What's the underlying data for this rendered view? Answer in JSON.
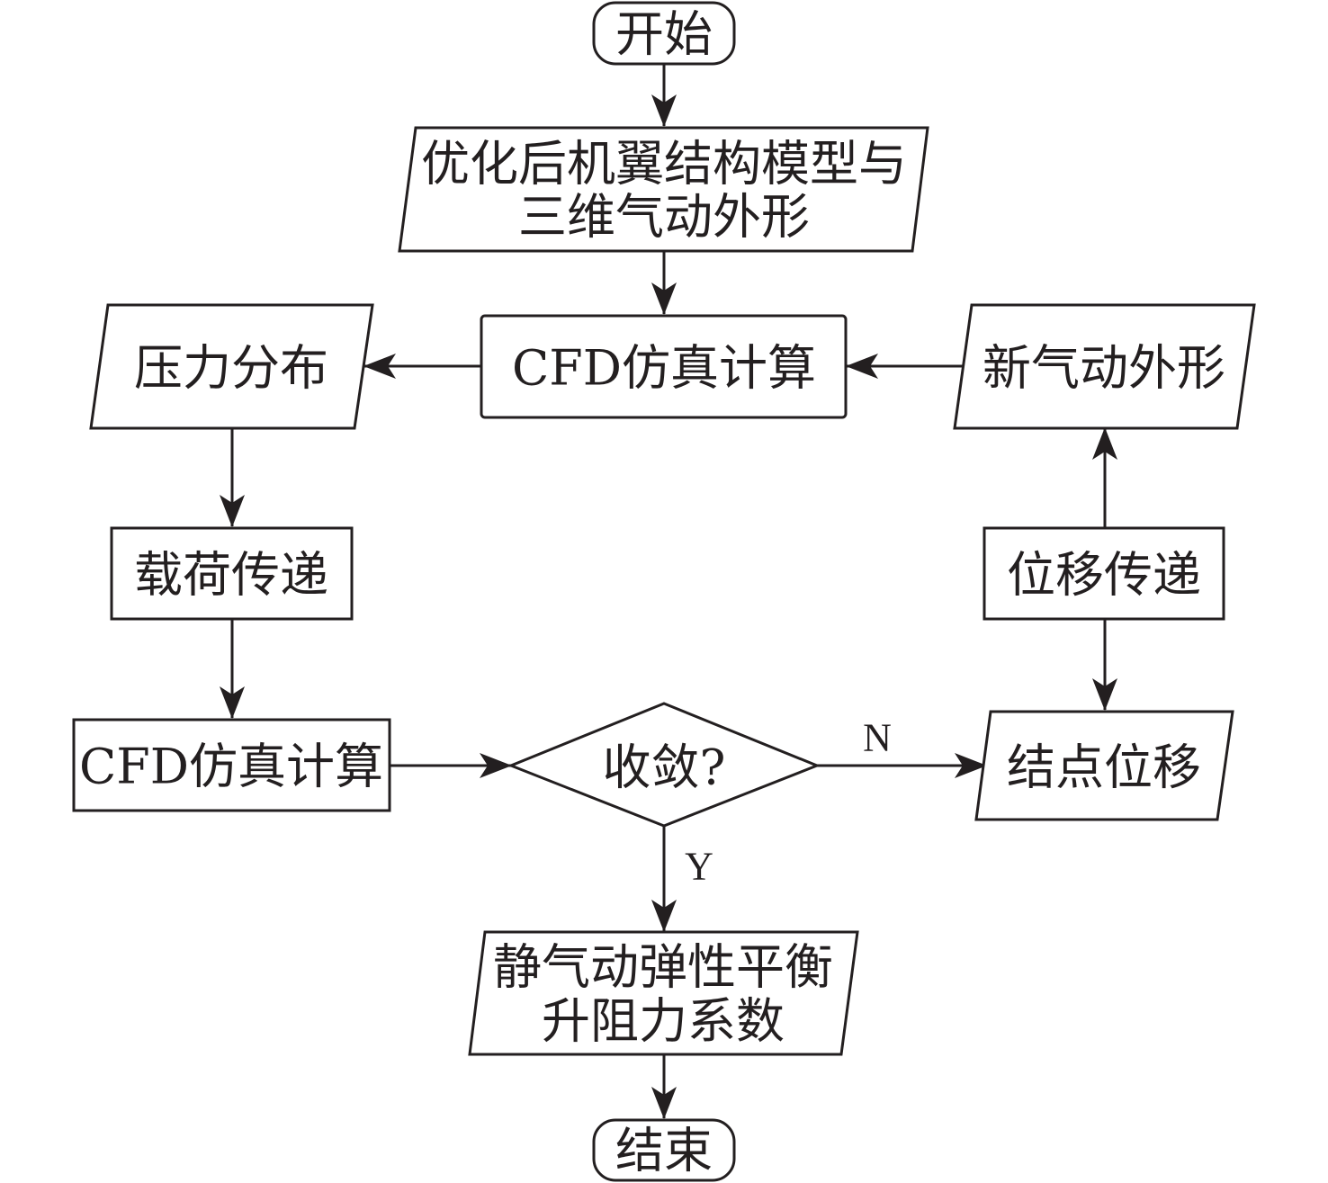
{
  "nodes": {
    "start": "开始",
    "input_model": [
      "优化后机翼结构模型与",
      "三维气动外形"
    ],
    "cfd_top": "CFD仿真计算",
    "pressure": "压力分布",
    "new_shape": "新气动外形",
    "load_transfer": "载荷传递",
    "disp_transfer": "位移传递",
    "cfd_bottom": "CFD仿真计算",
    "converge": "收敛?",
    "node_disp": "结点位移",
    "result": [
      "静气动弹性平衡",
      "升阻力系数"
    ],
    "end": "结束"
  },
  "edge_labels": {
    "no": "N",
    "yes": "Y"
  },
  "colors": {
    "stroke": "#231f20",
    "fill": "#ffffff"
  }
}
